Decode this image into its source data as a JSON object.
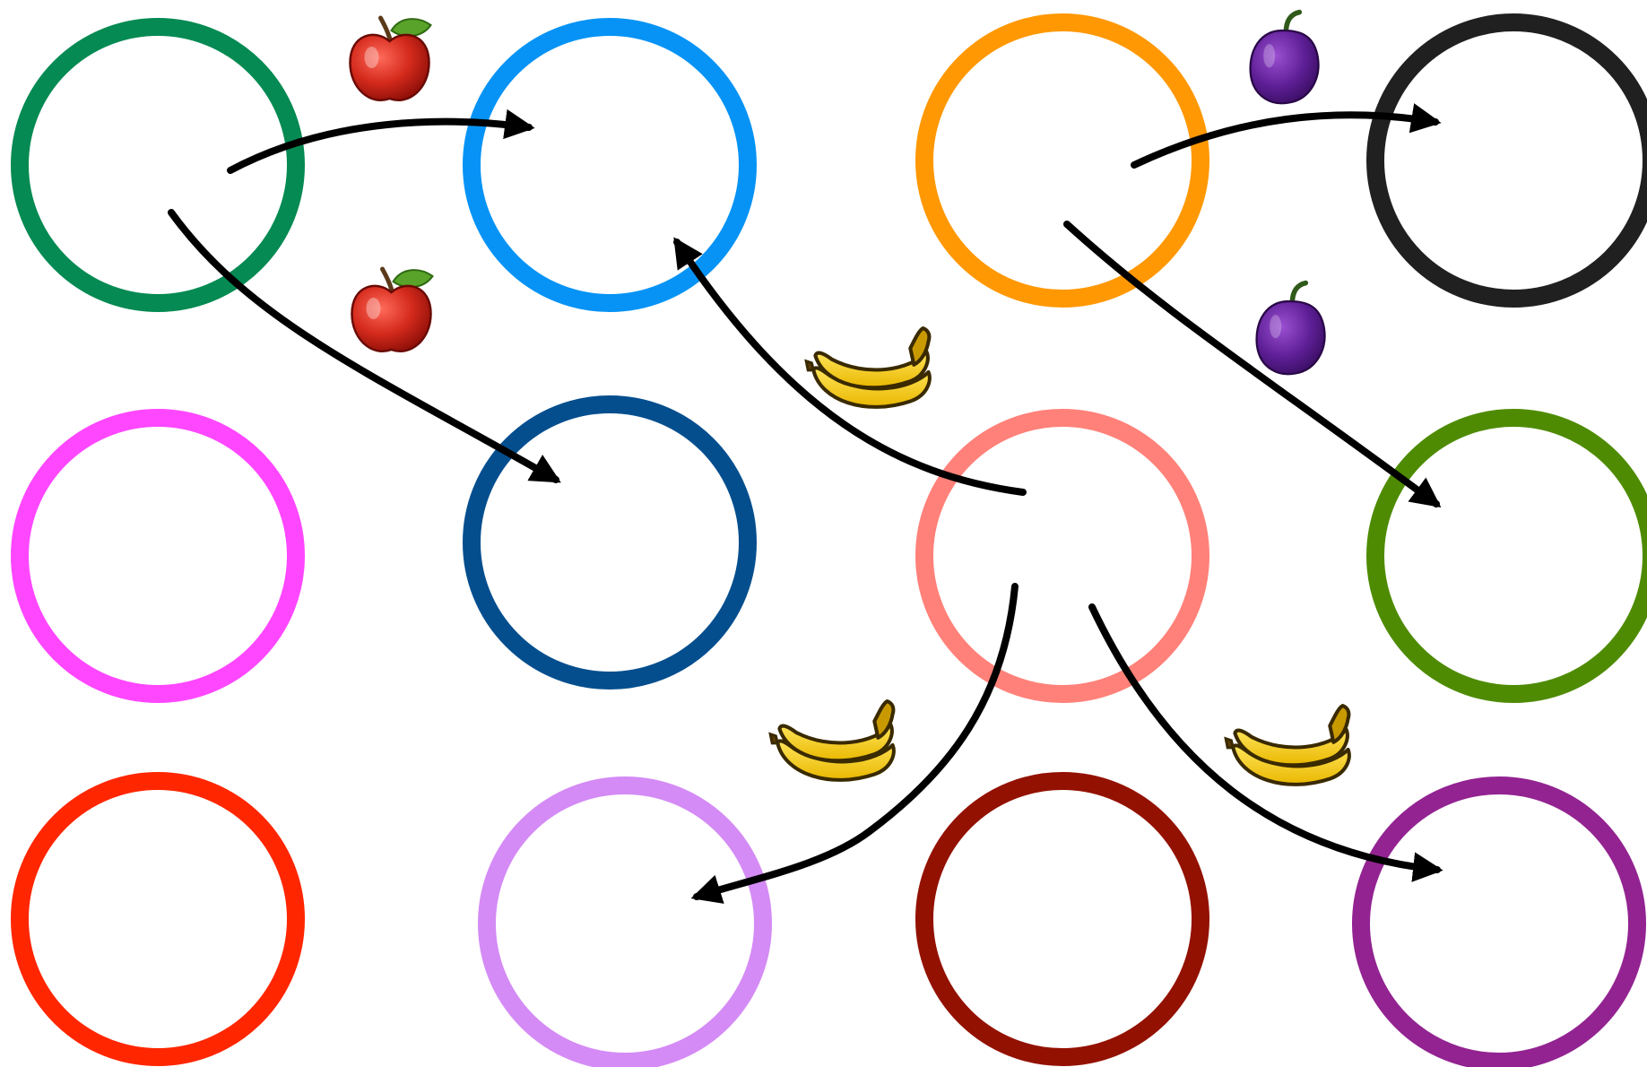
{
  "nodes": [
    {
      "id": "green",
      "color": "#048A52"
    },
    {
      "id": "sky-blue",
      "color": "#0693F5"
    },
    {
      "id": "orange",
      "color": "#FF9803"
    },
    {
      "id": "black",
      "color": "#202020"
    },
    {
      "id": "magenta",
      "color": "#FF47FF"
    },
    {
      "id": "navy",
      "color": "#044E8E"
    },
    {
      "id": "salmon",
      "color": "#FF8179"
    },
    {
      "id": "olive-green",
      "color": "#4E8B02"
    },
    {
      "id": "red",
      "color": "#FF2600"
    },
    {
      "id": "lavender",
      "color": "#D48BF5"
    },
    {
      "id": "dark-red",
      "color": "#931100"
    },
    {
      "id": "purple",
      "color": "#922391"
    }
  ],
  "edges": [
    {
      "from": "green",
      "to": "sky-blue",
      "icon": "apple-icon"
    },
    {
      "from": "green",
      "to": "navy",
      "icon": "apple-icon"
    },
    {
      "from": "orange",
      "to": "black",
      "icon": "plum-icon"
    },
    {
      "from": "orange",
      "to": "olive-green",
      "icon": "plum-icon"
    },
    {
      "from": "salmon",
      "to": "sky-blue",
      "icon": "banana-icon"
    },
    {
      "from": "salmon",
      "to": "lavender",
      "icon": "banana-icon"
    },
    {
      "from": "salmon",
      "to": "purple",
      "icon": "banana-icon"
    }
  ],
  "arrow_color": "#000000"
}
